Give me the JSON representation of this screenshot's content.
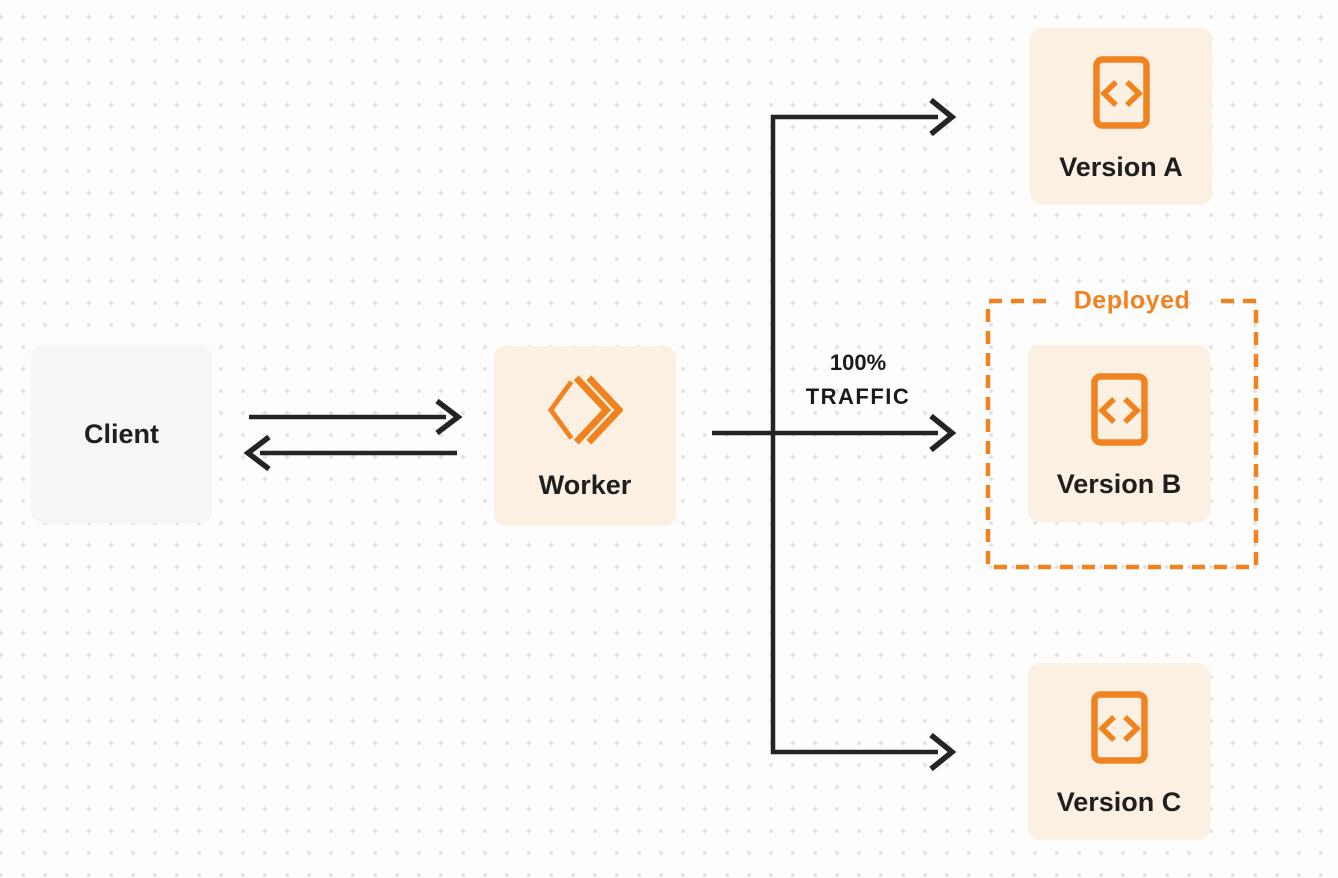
{
  "colors": {
    "background": "#fdfdfd",
    "dot_grid": "#e6e3e0",
    "accent_orange": "#f08220",
    "node_cream": "#fbf0e2",
    "client_gray": "#f5f6f6",
    "connector_dark": "#242424",
    "text_dark": "#1e1e1e"
  },
  "nodes": {
    "client": {
      "label": "Client"
    },
    "worker": {
      "label": "Worker",
      "icon": "workers-logo-icon"
    },
    "version_a": {
      "label": "Version A",
      "icon": "code-document-icon"
    },
    "version_b": {
      "label": "Version B",
      "icon": "code-document-icon"
    },
    "version_c": {
      "label": "Version C",
      "icon": "code-document-icon"
    }
  },
  "annotations": {
    "deployed": "Deployed",
    "traffic_percent": "100%",
    "traffic_word": "TRAFFIC"
  }
}
